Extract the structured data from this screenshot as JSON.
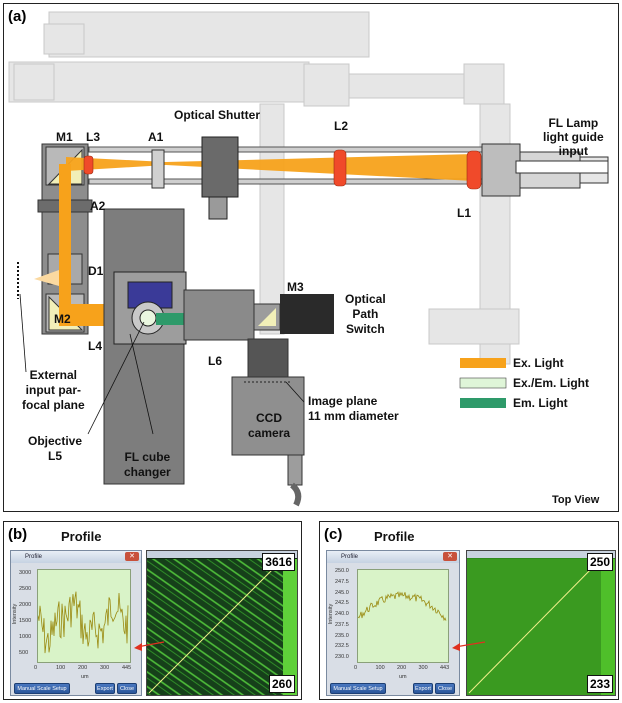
{
  "panel_a": {
    "letter": "(a)",
    "view": "Top View",
    "labels": {
      "m1": "M1",
      "l3": "L3",
      "a1": "A1",
      "shutter": "Optical Shutter",
      "l2": "L2",
      "fl_lamp_1": "FL Lamp",
      "fl_lamp_2": "light guide",
      "fl_lamp_3": "input",
      "l1": "L1",
      "a2": "A2",
      "d1": "D1",
      "m2": "M2",
      "l4": "L4",
      "m3": "M3",
      "switch_1": "Optical",
      "switch_2": "Path",
      "switch_3": "Switch",
      "l6": "L6",
      "ext_1": "External",
      "ext_2": "input par-",
      "ext_3": "focal plane",
      "obj_1": "Objective",
      "obj_2": "L5",
      "cube_1": "FL cube",
      "cube_2": "changer",
      "ccd_1": "CCD",
      "ccd_2": "camera",
      "img_1": "Image plane",
      "img_2": "11 mm diameter"
    },
    "legend": [
      {
        "label": "Ex. Light",
        "color": "#f7a21b"
      },
      {
        "label": "Ex./Em.  Light",
        "color": "#dff5d8"
      },
      {
        "label": "Em.  Light",
        "color": "#2e9a6a"
      }
    ]
  },
  "panel_b": {
    "letter": "(b)",
    "title": "Profile",
    "window_title": "Profile",
    "ylabel": "Intensity",
    "xlabel": "um",
    "yticks": [
      "3000",
      "2500",
      "2000",
      "1500",
      "1000",
      "500"
    ],
    "xticks": [
      "0",
      "100",
      "200",
      "300",
      "445"
    ],
    "buttons": [
      "Manual Scale Setup",
      "Export",
      "Close"
    ],
    "range_max": "3616",
    "range_min": "260"
  },
  "panel_c": {
    "letter": "(c)",
    "title": "Profile",
    "window_title": "Profile",
    "ylabel": "Intensity",
    "xlabel": "um",
    "yticks": [
      "250.0",
      "247.5",
      "245.0",
      "242.5",
      "240.0",
      "237.5",
      "235.0",
      "232.5",
      "230.0"
    ],
    "xticks": [
      "0",
      "100",
      "200",
      "300",
      "443"
    ],
    "buttons": [
      "Manual Scale Setup",
      "Export",
      "Close"
    ],
    "range_max": "250",
    "range_min": "233"
  }
}
